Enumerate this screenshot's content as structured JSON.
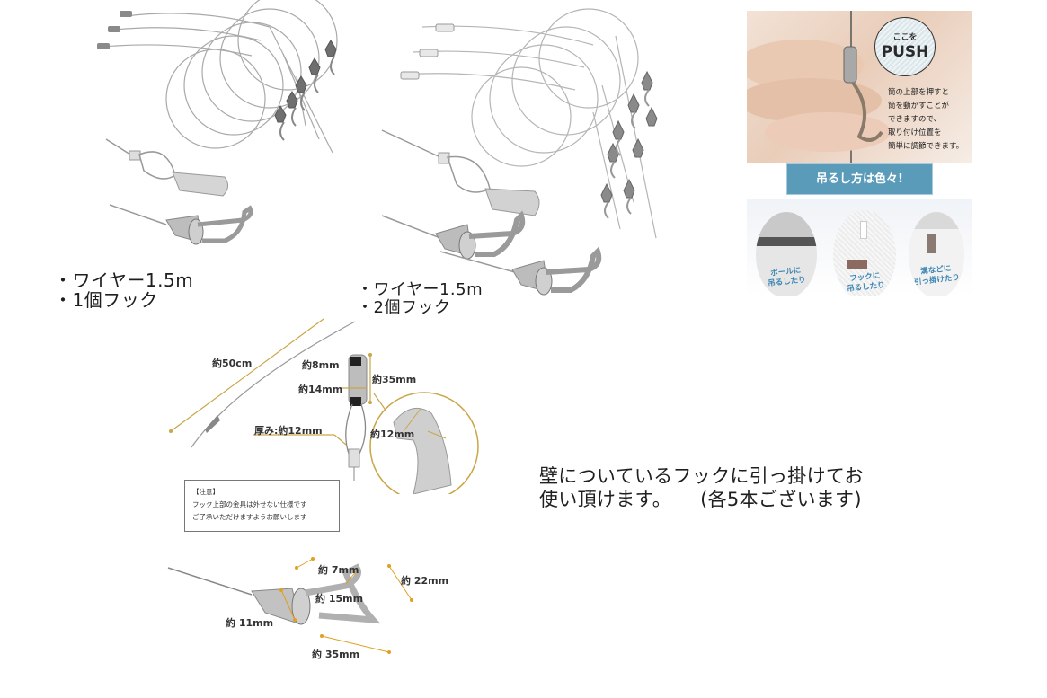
{
  "product_panels": [
    {
      "id": "variant-1-hook",
      "specs": [
        "・ワイヤー1.5m",
        "・1個フック"
      ]
    },
    {
      "id": "variant-2-hooks",
      "specs": [
        "・ワイヤー1.5m",
        "・2個フック"
      ]
    }
  ],
  "infographic": {
    "bubble_small": "ここを",
    "bubble_big": "PUSH",
    "description": [
      "筒の上部を押すと",
      "筒を動かすことが",
      "できますので、",
      "取り付け位置を",
      "簡単に調節できます。"
    ],
    "banner": "吊るし方は色々!",
    "usage_examples": [
      {
        "label": [
          "ポールに",
          "吊るしたり"
        ]
      },
      {
        "label": [
          "フックに",
          "吊るしたり"
        ]
      },
      {
        "label": [
          "溝などに",
          "引っ掛けたり"
        ]
      }
    ],
    "banner_color": "#5a9bba",
    "label_color": "#3d86b3"
  },
  "dimension_diagram_1": {
    "wire_length": "約50cm",
    "top_width": "約8mm",
    "height": "約35mm",
    "middle_width": "約14mm",
    "thickness": "厚み:約12mm",
    "detail_depth": "約12mm",
    "notice": {
      "title": "【注意】",
      "lines": [
        "フック上部の金具は外せない仕様です",
        "ご了承いただけますようお願いします"
      ]
    },
    "accent_color": "#c9a646"
  },
  "dimension_diagram_2": {
    "hook_gap": "約 7mm",
    "hook_height": "約 22mm",
    "hook_width": "約 15mm",
    "barrel_diameter": "約 11mm",
    "total_length": "約 35mm"
  },
  "caption": {
    "line1": "壁についているフックに引っ掛けてお",
    "line2": "使い頂けます。　　(各5本ございます)"
  }
}
